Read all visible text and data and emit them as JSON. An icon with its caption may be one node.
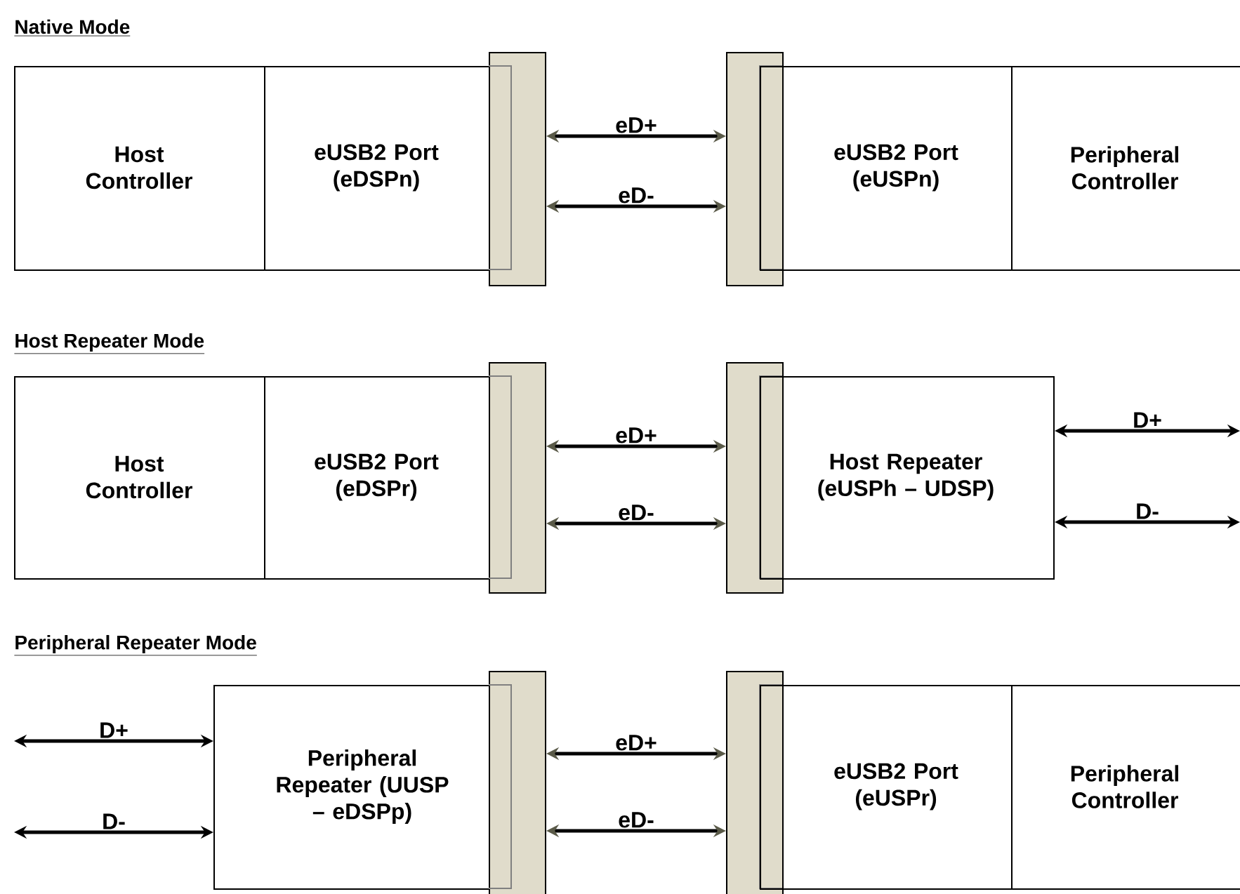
{
  "diagram": {
    "nodes": [
      {
        "text": [
          "Host Controller"
        ]
      },
      {
        "text": [
          "eUSB2 Port (eDSPn)"
        ]
      },
      {
        "text": [],
        "shape": "box"
      },
      {
        "text": [],
        "shape": "box"
      },
      {
        "text": [
          "eUSB2 Port (eUSPn)"
        ]
      },
      {
        "text": [
          "Peripheral Controller"
        ]
      },
      {
        "text": [
          "Host Controller"
        ]
      },
      {
        "text": [
          "eUSB2 Port (eDSPr)"
        ]
      },
      {
        "text": [],
        "shape": "box"
      },
      {
        "text": [],
        "shape": "box"
      },
      {
        "text": [
          "Host Repeater (eUSPh – UDSP)"
        ]
      },
      {
        "text": [
          "Peripheral Repeater (UUSP – eDSPp)"
        ]
      },
      {
        "text": [],
        "shape": "box"
      },
      {
        "text": [],
        "shape": "box"
      },
      {
        "text": [
          "eUSB2 Port (eUSPr)"
        ]
      },
      {
        "text": [
          "Peripheral Controller"
        ]
      }
    ],
    "edges": [
      {
        "from": 2,
        "to": 3,
        "arrow": "both",
        "label": "eD+"
      },
      {
        "from": 2,
        "to": 3,
        "arrow": "both",
        "label": "eD-"
      },
      {
        "from": 8,
        "to": 9,
        "arrow": "both",
        "label": "eD+"
      },
      {
        "from": 8,
        "to": 9,
        "arrow": "both",
        "label": "eD-"
      },
      {
        "from": 10,
        "to": null,
        "arrow": "both",
        "label": "D+"
      },
      {
        "from": 10,
        "to": null,
        "arrow": "both",
        "label": "D-"
      },
      {
        "from": null,
        "to": 11,
        "arrow": "both",
        "label": "D+"
      },
      {
        "from": null,
        "to": 11,
        "arrow": "both",
        "label": "D-"
      },
      {
        "from": 12,
        "to": 13,
        "arrow": "both",
        "label": "eD+"
      },
      {
        "from": 12,
        "to": 13,
        "arrow": "both",
        "label": "eD-"
      }
    ],
    "labels": [
      "Native Mode",
      "Host Repeater Mode",
      "Peripheral Repeater Mode"
    ]
  }
}
